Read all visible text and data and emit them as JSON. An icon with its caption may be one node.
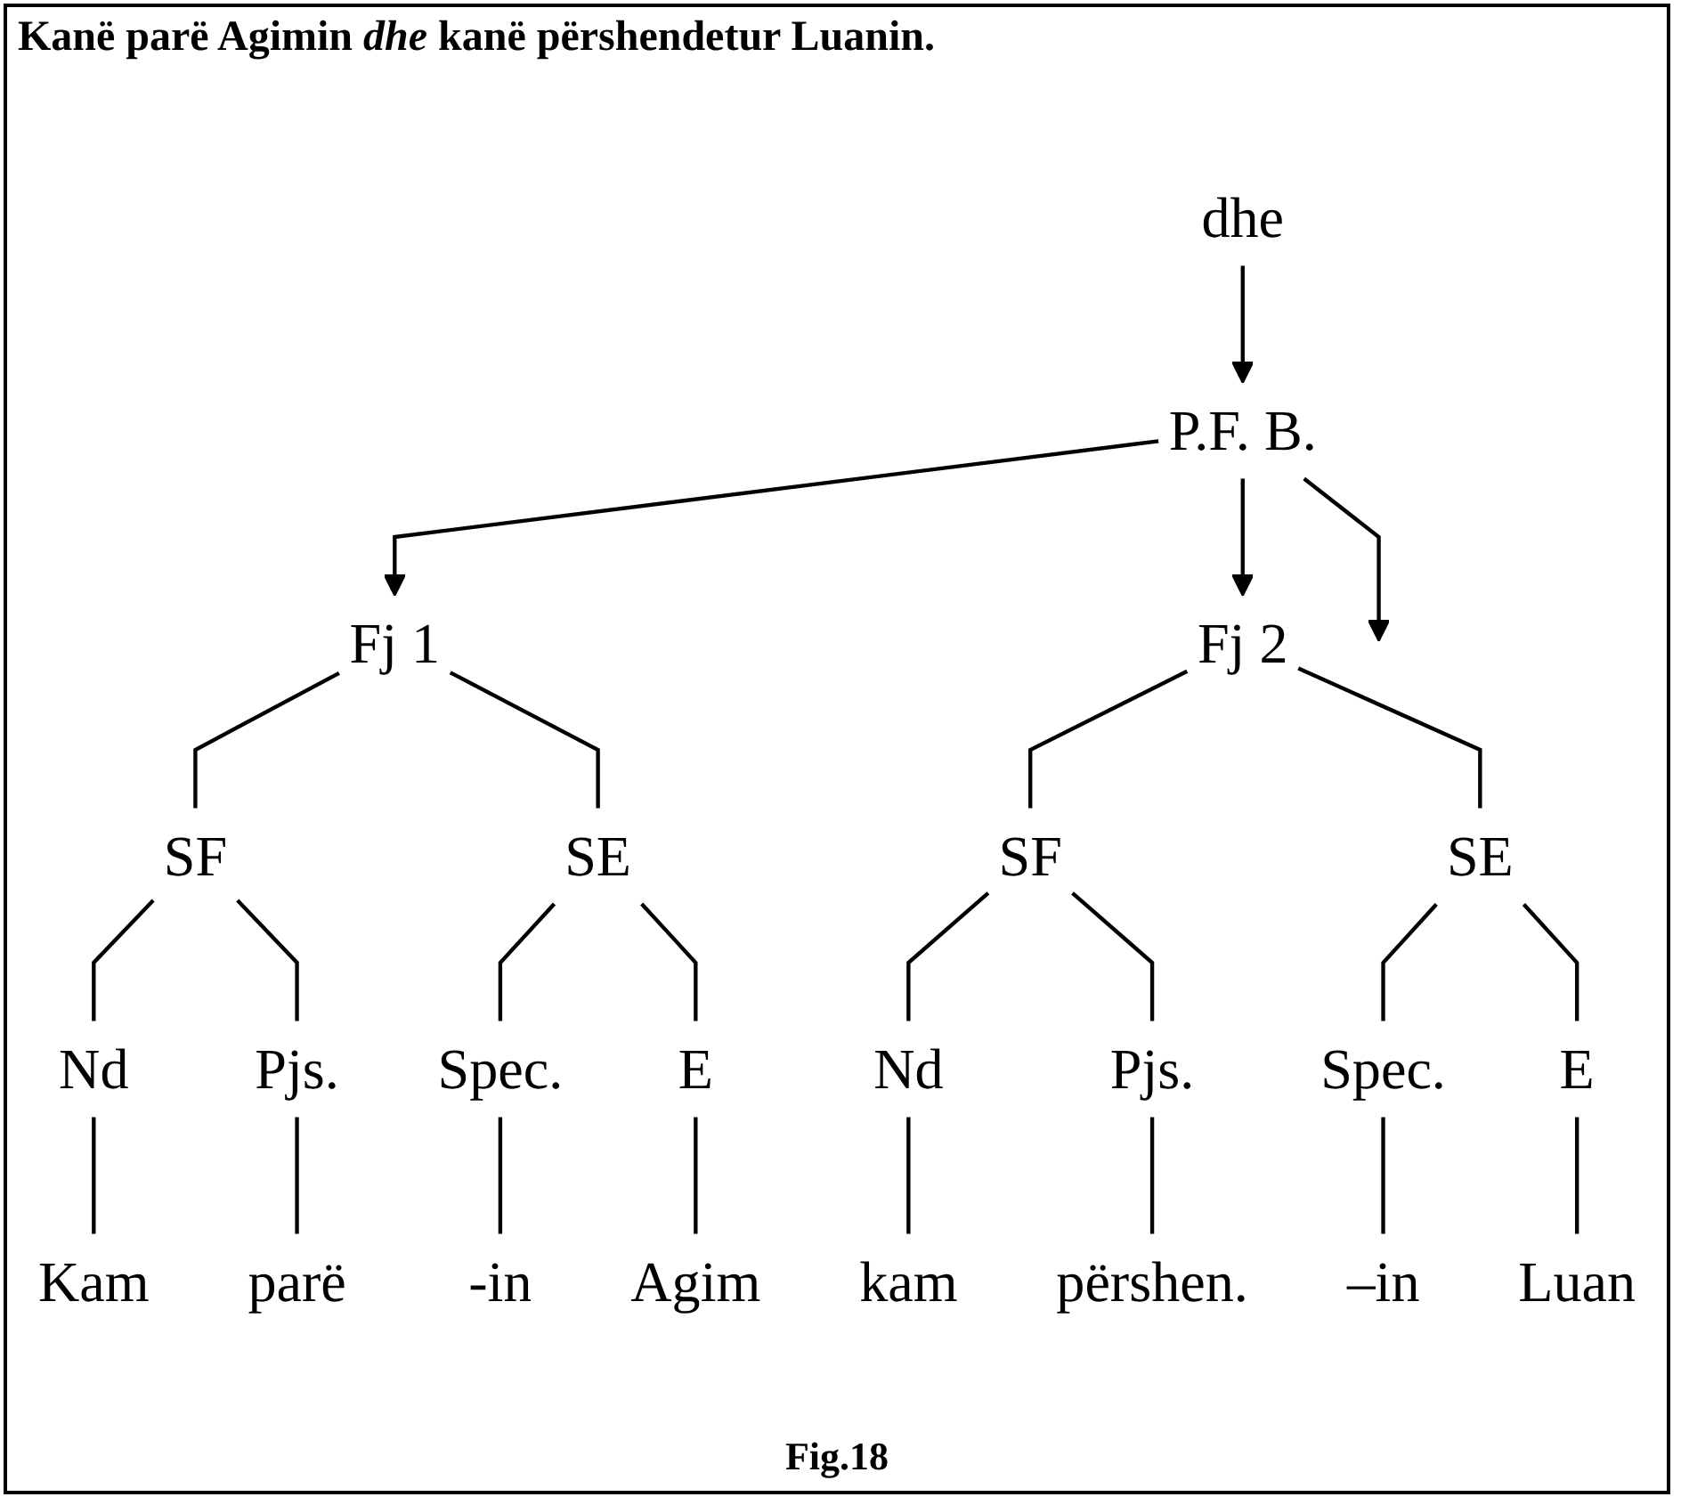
{
  "diagram": {
    "title": "Kanë parë Agimin *dhe* kanë përshendetur Luanin.",
    "caption": "Fig.18",
    "nodes": [
      {
        "text": [
          "P.F. B."
        ]
      },
      {
        "text": [
          "dhe"
        ]
      },
      {
        "text": [
          "Fj 1"
        ]
      },
      {
        "text": [
          "Fj 2"
        ]
      },
      {
        "text": [
          "SF"
        ]
      },
      {
        "text": [
          "SE"
        ]
      },
      {
        "text": [
          "SF"
        ]
      },
      {
        "text": [
          "SE"
        ]
      },
      {
        "text": [
          "Nd"
        ]
      },
      {
        "text": [
          "Pjs."
        ]
      },
      {
        "text": [
          "Spec."
        ]
      },
      {
        "text": [
          "E"
        ]
      },
      {
        "text": [
          "Nd"
        ]
      },
      {
        "text": [
          "Pjs."
        ]
      },
      {
        "text": [
          "Spec."
        ]
      },
      {
        "text": [
          "E"
        ]
      },
      {
        "text": [
          "Kam"
        ]
      },
      {
        "text": [
          "parë"
        ]
      },
      {
        "text": [
          "-in"
        ]
      },
      {
        "text": [
          "Agim"
        ]
      },
      {
        "text": [
          "kam"
        ]
      },
      {
        "text": [
          "përshen."
        ]
      },
      {
        "text": [
          "–in"
        ]
      },
      {
        "text": [
          "Luan"
        ]
      }
    ],
    "edges": [
      {
        "from": 1,
        "to": 0,
        "arrow": "to"
      },
      {
        "from": 0,
        "to": null,
        "arrow": "to"
      },
      {
        "from": 0,
        "to": 2,
        "arrow": "to"
      },
      {
        "from": 0,
        "to": 3,
        "arrow": "to"
      },
      {
        "from": 2,
        "to": 4,
        "arrow": "none"
      },
      {
        "from": 2,
        "to": 5,
        "arrow": "none"
      },
      {
        "from": 3,
        "to": 6,
        "arrow": "none"
      },
      {
        "from": 3,
        "to": 7,
        "arrow": "none"
      },
      {
        "from": 4,
        "to": 8,
        "arrow": "none"
      },
      {
        "from": 4,
        "to": 9,
        "arrow": "none"
      },
      {
        "from": 5,
        "to": 10,
        "arrow": "none"
      },
      {
        "from": 5,
        "to": 11,
        "arrow": "none"
      },
      {
        "from": 6,
        "to": 12,
        "arrow": "none"
      },
      {
        "from": 6,
        "to": 13,
        "arrow": "none"
      },
      {
        "from": 7,
        "to": 14,
        "arrow": "none"
      },
      {
        "from": 7,
        "to": 15,
        "arrow": "none"
      },
      {
        "from": 8,
        "to": 16,
        "arrow": "none"
      },
      {
        "from": 9,
        "to": 17,
        "arrow": "none"
      },
      {
        "from": 10,
        "to": 18,
        "arrow": "none"
      },
      {
        "from": 11,
        "to": 19,
        "arrow": "none"
      },
      {
        "from": 12,
        "to": 20,
        "arrow": "none"
      },
      {
        "from": 13,
        "to": 21,
        "arrow": "none"
      },
      {
        "from": 14,
        "to": 22,
        "arrow": "none"
      },
      {
        "from": 15,
        "to": 23,
        "arrow": "none"
      }
    ]
  }
}
